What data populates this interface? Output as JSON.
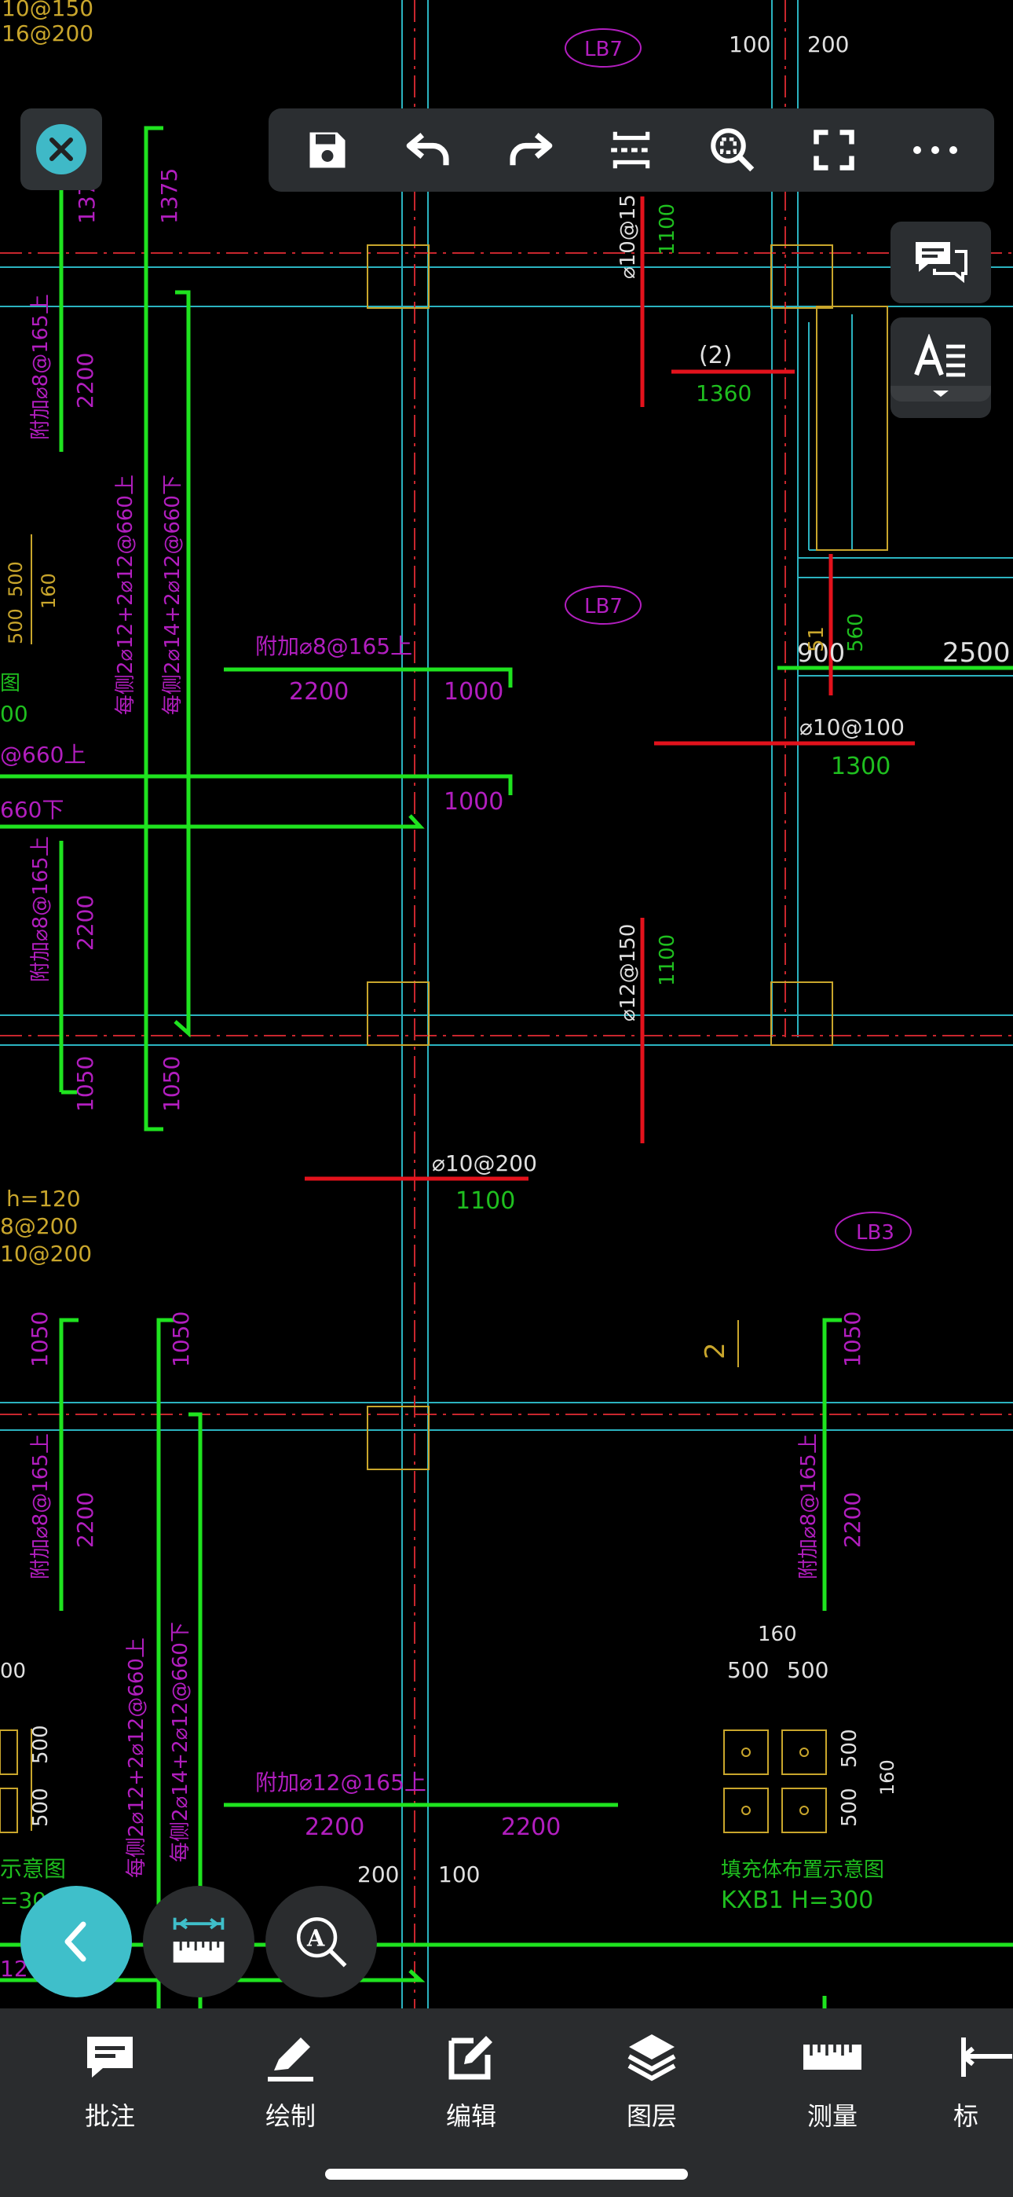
{
  "toolbar": {
    "icons": [
      "save-icon",
      "undo-icon",
      "redo-icon",
      "fit-width-icon",
      "zoom-region-icon",
      "fullscreen-icon",
      "more-icon"
    ]
  },
  "side": {
    "icons": [
      "comments-icon",
      "text-style-icon"
    ]
  },
  "floating": {
    "icons": [
      "back-icon",
      "measure-ruler-icon",
      "text-search-icon"
    ]
  },
  "tabbar": {
    "tabs": [
      {
        "label": "批注",
        "icon": "annotate-icon"
      },
      {
        "label": "绘制",
        "icon": "pencil-icon"
      },
      {
        "label": "编辑",
        "icon": "edit-icon"
      },
      {
        "label": "图层",
        "icon": "layers-icon"
      },
      {
        "label": "测量",
        "icon": "ruler-icon"
      },
      {
        "label": "标",
        "icon": "dimension-icon"
      }
    ]
  },
  "drawing": {
    "labels": {
      "lb7_top": "LB7",
      "lb7_mid": "LB7",
      "lb3": "LB3",
      "top_left_1": "10@150",
      "top_left_2": "16@200",
      "dim_100_top": "100",
      "dim_200_top": "200",
      "v_1375": "1375",
      "v_137": "137",
      "v_2200_a": "2200",
      "bar_add8_a": "附加⌀8@165上",
      "bar_each2_a": "每侧2⌀12+2⌀12@660上",
      "bar_each2_b": "每侧2⌀14+2⌀12@660下",
      "r_10_15": "⌀10@15",
      "v_1100_a": "1100",
      "mark_2": "(2)",
      "d_1360": "1360",
      "d_500_a": "500",
      "d_160_a": "160",
      "d_500_b": "500",
      "bar_add8_h": "附加⌀8@165上",
      "d_2200_h": "2200",
      "d_1000_a": "1000",
      "d_1000_b": "1000",
      "left_660u": "@660上",
      "left_660d": "660下",
      "left_tu": "图",
      "left_00": "00",
      "d_900": "900",
      "d_2500": "2500",
      "d_51": "51",
      "d_560": "560",
      "r_10_100": "⌀10@100",
      "d_1300": "1300",
      "bar_add8_b": "附加⌀8@165上",
      "v_2200_b": "2200",
      "r_12_150": "⌀12@150",
      "v_1100_b": "1100",
      "v_1050_a": "1050",
      "v_1050_b": "1050",
      "r_10_200": "⌀10@200",
      "d_1100": "1100",
      "h120": "h=120",
      "r8_200": "8@200",
      "r10_200": "10@200",
      "v_1050_c": "1050",
      "v_1050_d": "1050",
      "v_1050_e": "1050",
      "mark_2b": "2",
      "bar_add8_c": "附加⌀8@165上",
      "v_2200_c": "2200",
      "bar_add8_d": "附加⌀8@165上",
      "v_2200_d": "2200",
      "bar_each2_c": "每侧2⌀12+2⌀12@660上",
      "bar_each2_d": "每侧2⌀14+2⌀12@660下",
      "d_160_b": "160",
      "d_500_c": "500",
      "d_500_d": "500",
      "d_500_e": "500",
      "d_160_c": "160",
      "d_500_f": "500",
      "bar_add12": "附加⌀12@165上",
      "d_2200_e": "2200",
      "d_2200_f": "2200",
      "d_200_b": "200",
      "d_100_b": "100",
      "caption1": "填充体布置示意图",
      "caption2": "KXB1  H=300",
      "left_shi": "示意图",
      "left_300": "=300",
      "left_12": "12",
      "left_00b": "00",
      "d_500_g": "500",
      "d_500_h": "500"
    }
  }
}
